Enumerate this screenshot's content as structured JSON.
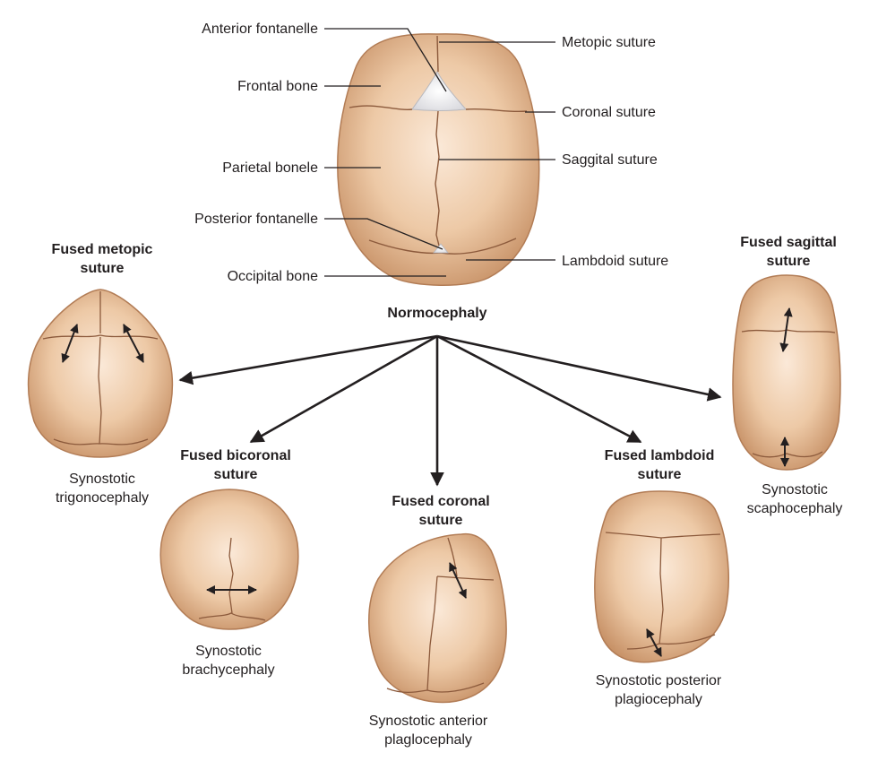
{
  "normal_skull": {
    "labels_left": [
      "Anterior fontanelle",
      "Frontal bone",
      "Parietal bonele",
      "Posterior fontanelle",
      "Occipital bone"
    ],
    "labels_right": [
      "Metopic suture",
      "Coronal suture",
      "Saggital suture",
      "Lambdoid suture"
    ],
    "caption": "Normocephaly"
  },
  "variants": [
    {
      "title": [
        "Fused metopic",
        "suture"
      ],
      "caption": [
        "Synostotic",
        "trigonocephaly"
      ]
    },
    {
      "title": [
        "Fused bicoronal",
        "suture"
      ],
      "caption": [
        "Synostotic",
        "brachycephaly"
      ]
    },
    {
      "title": [
        "Fused coronal",
        "suture"
      ],
      "caption": [
        "Synostotic anterior",
        "plaglocephaly"
      ]
    },
    {
      "title": [
        "Fused lambdoid",
        "suture"
      ],
      "caption": [
        "Synostotic posterior",
        "plagiocephaly"
      ]
    },
    {
      "title": [
        "Fused sagittal",
        "suture"
      ],
      "caption": [
        "Synostotic",
        "scaphocephaly"
      ]
    }
  ],
  "colors": {
    "bone": "#e9c3a0",
    "bone_dark": "#b9825a",
    "bone_light": "#f7e3cf",
    "suture": "#8c5a3c",
    "fontanelle": "#f1f1f3",
    "ink": "#231f20"
  }
}
